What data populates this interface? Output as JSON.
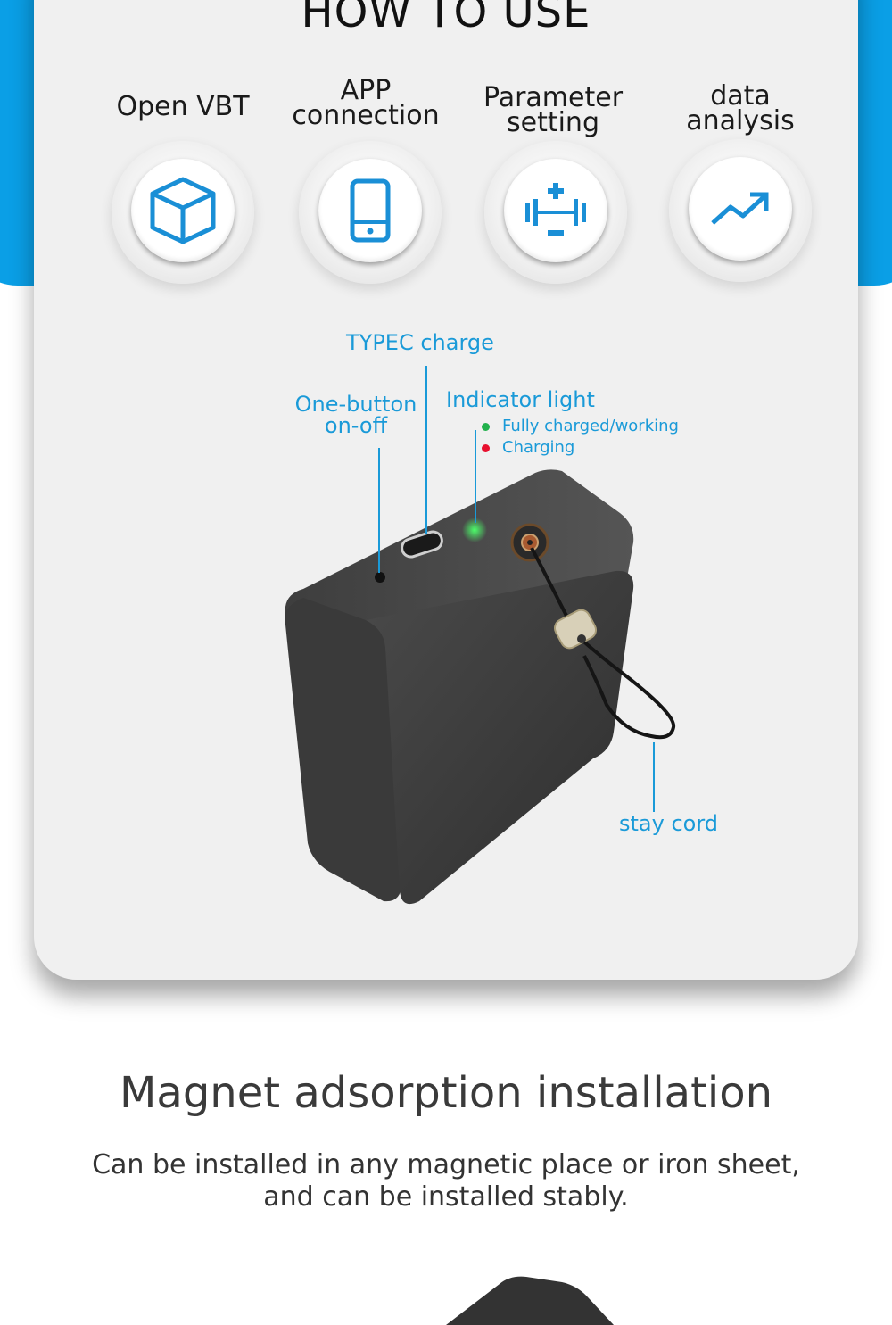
{
  "header": {
    "title": "HOW TO USE"
  },
  "steps": [
    {
      "label_line1": "Open VBT",
      "label_line2": "",
      "icon": "cube-icon"
    },
    {
      "label_line1": "APP",
      "label_line2": "connection",
      "icon": "phone-icon"
    },
    {
      "label_line1": "Parameter",
      "label_line2": "setting",
      "icon": "settings-plus-minus-icon"
    },
    {
      "label_line1": "data",
      "label_line2": "analysis",
      "icon": "trend-up-icon"
    }
  ],
  "device": {
    "typec_label": "TYPEC charge",
    "button_label_line1": "One-button",
    "button_label_line2": "on-off",
    "indicator_label": "Indicator light",
    "led_states": [
      {
        "text": "Fully charged/working",
        "color": "#22b14c"
      },
      {
        "text": "Charging",
        "color": "#e8102e"
      }
    ],
    "cord_label": "stay cord"
  },
  "magnet": {
    "title": "Magnet adsorption installation",
    "desc_line1": "Can be installed in any magnetic place or iron sheet,",
    "desc_line2": "and can be installed stably."
  },
  "colors": {
    "accent_blue": "#0a9fe6",
    "callout_blue": "#1a9ad8",
    "icon_blue": "#1a8fd6"
  }
}
